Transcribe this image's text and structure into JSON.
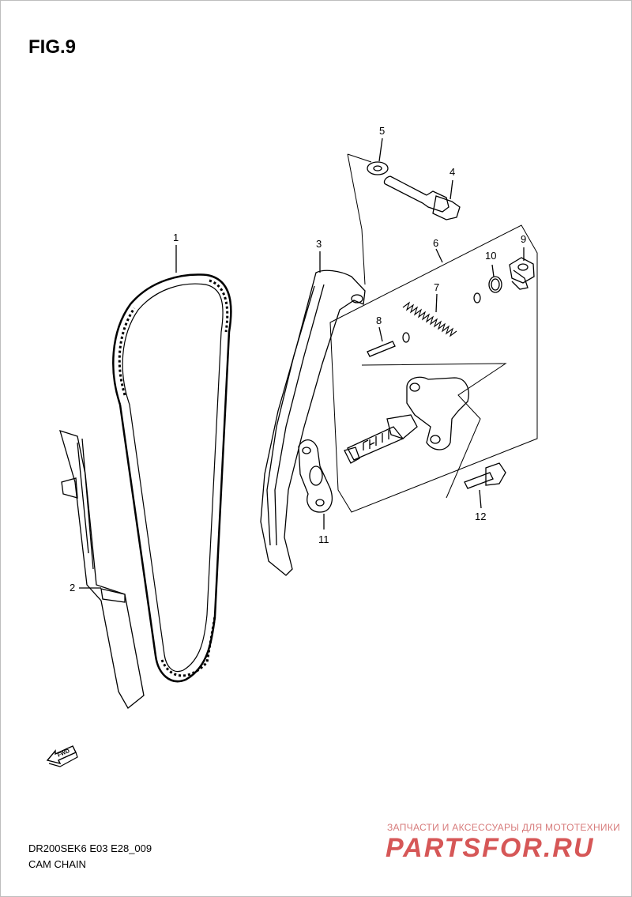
{
  "figure": {
    "title": "FIG.9"
  },
  "callouts": [
    {
      "number": "1"
    },
    {
      "number": "2"
    },
    {
      "number": "3"
    },
    {
      "number": "4"
    },
    {
      "number": "5"
    },
    {
      "number": "6"
    },
    {
      "number": "7"
    },
    {
      "number": "8"
    },
    {
      "number": "9"
    },
    {
      "number": "10"
    },
    {
      "number": "11"
    },
    {
      "number": "12"
    }
  ],
  "direction_badge": "FWD",
  "footer": {
    "model_code": "DR200SEK6 E03 E28_009",
    "section": "CAM CHAIN"
  },
  "watermark": {
    "tagline": "ЗАПЧАСТИ И АКСЕССУАРЫ ДЛЯ МОТОТЕХНИКИ",
    "logo": "PARTSFOR.RU",
    "color": "#cf3a3a"
  }
}
